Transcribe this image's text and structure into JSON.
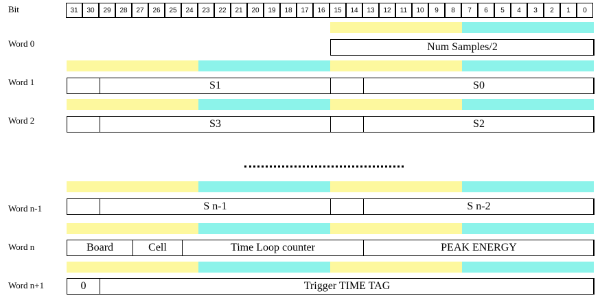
{
  "bit_header": {
    "label": "Bit",
    "bits": [
      "31",
      "30",
      "29",
      "28",
      "27",
      "26",
      "25",
      "24",
      "23",
      "22",
      "21",
      "20",
      "19",
      "18",
      "17",
      "16",
      "15",
      "14",
      "13",
      "12",
      "11",
      "10",
      "9",
      "8",
      "7",
      "6",
      "5",
      "4",
      "3",
      "2",
      "1",
      "0"
    ]
  },
  "colors": {
    "yellow": "#FDF89E",
    "cyan": "#8CF3EA"
  },
  "rows": [
    {
      "label": "Word 0",
      "fields": [
        {
          "text": "Num Samples/2",
          "from_bit": 15,
          "to_bit": 0
        }
      ]
    },
    {
      "label": "Word 1",
      "fields": [
        {
          "text": "",
          "from_bit": 31,
          "to_bit": 30
        },
        {
          "text": "S1",
          "from_bit": 29,
          "to_bit": 16
        },
        {
          "text": "",
          "from_bit": 15,
          "to_bit": 14
        },
        {
          "text": "S0",
          "from_bit": 13,
          "to_bit": 0
        }
      ]
    },
    {
      "label": "Word 2",
      "fields": [
        {
          "text": "",
          "from_bit": 31,
          "to_bit": 30
        },
        {
          "text": "S3",
          "from_bit": 29,
          "to_bit": 16
        },
        {
          "text": "",
          "from_bit": 15,
          "to_bit": 14
        },
        {
          "text": "S2",
          "from_bit": 13,
          "to_bit": 0
        }
      ]
    },
    {
      "label": "Word n-1",
      "fields": [
        {
          "text": "",
          "from_bit": 31,
          "to_bit": 30
        },
        {
          "text": "S n-1",
          "from_bit": 29,
          "to_bit": 16
        },
        {
          "text": "",
          "from_bit": 15,
          "to_bit": 14
        },
        {
          "text": "S n-2",
          "from_bit": 13,
          "to_bit": 0
        }
      ]
    },
    {
      "label": "Word n",
      "fields": [
        {
          "text": "Board",
          "from_bit": 31,
          "to_bit": 28
        },
        {
          "text": "Cell",
          "from_bit": 27,
          "to_bit": 25
        },
        {
          "text": "Time Loop counter",
          "from_bit": 24,
          "to_bit": 14
        },
        {
          "text": "PEAK ENERGY",
          "from_bit": 13,
          "to_bit": 0
        }
      ]
    },
    {
      "label": "Word n+1",
      "fields": [
        {
          "text": "0",
          "from_bit": 31,
          "to_bit": 30
        },
        {
          "text": "Trigger TIME TAG",
          "from_bit": 29,
          "to_bit": 0
        }
      ]
    }
  ]
}
